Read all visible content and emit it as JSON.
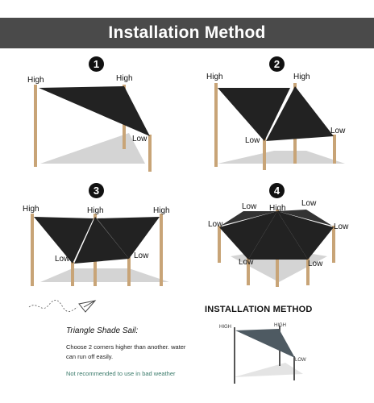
{
  "banner": {
    "title": "Installation Method"
  },
  "steps": [
    {
      "number": "1",
      "labels": [
        "High",
        "High",
        "Low"
      ]
    },
    {
      "number": "2",
      "labels": [
        "High",
        "High",
        "Low",
        "Low"
      ]
    },
    {
      "number": "3",
      "labels": [
        "High",
        "High",
        "High",
        "Low",
        "Low"
      ]
    },
    {
      "number": "4",
      "labels": [
        "Low",
        "High",
        "Low",
        "Low",
        "Low",
        "Low",
        "Low"
      ]
    }
  ],
  "notes": {
    "title": "Triangle Shade Sail:",
    "body": "Choose 2 corners higher than another. water can run off easily.",
    "warning": "Not recommended to use in bad weather"
  },
  "install": {
    "title": "INSTALLATION METHOD",
    "labels": [
      "HIGH",
      "HIGH",
      "LOW"
    ]
  },
  "colors": {
    "banner": "#4a4a4a",
    "sail": "#222222",
    "pole": "#c8a477",
    "shadow": "#cfcfcf"
  }
}
